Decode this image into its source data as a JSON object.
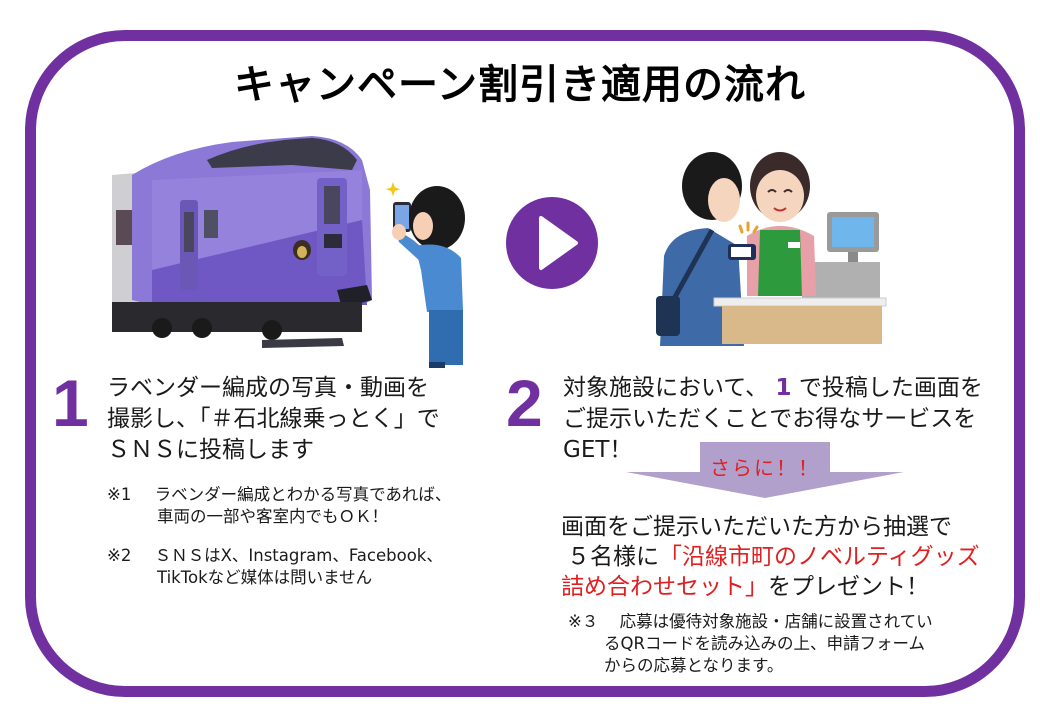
{
  "title": "キャンペーン割引き適用の流れ",
  "colors": {
    "frame": "#7030A0",
    "step_number": "#7030A0",
    "arrow": "#B1A0CC",
    "highlight_red": "#E02020",
    "text": "#1a1a1a"
  },
  "step1": {
    "number": "1",
    "lines": [
      "ラベンダー編成の写真・動画を",
      "撮影し、「＃石北線乗っとく」で",
      "ＳＮＳに投稿します"
    ],
    "notes": [
      {
        "mark": "※1",
        "line1": "ラベンダー編成とわかる写真であれば、",
        "line2": "車両の一部や客室内でもＯＫ！"
      },
      {
        "mark": "※2",
        "line1": "ＳＮＳはX、Instagram、Facebook、",
        "line2": "TikTokなど媒体は問いません"
      }
    ],
    "illustration": "lavender-train-and-photographer"
  },
  "arrow_right_icon": "play-circle-icon",
  "step2": {
    "number": "2",
    "line1_pre": "対象施設において、",
    "line1_ref": "1",
    "line1_post": "で投稿した画面を",
    "line2": "ご提示いただくことでお得なサービスを",
    "line3": "GET！",
    "illustration": "customer-showing-phone-at-counter"
  },
  "furthermore": {
    "label": "さらに！！",
    "icon": "down-arrow-icon"
  },
  "bonus": {
    "line1": "画面をご提示いただいた方から抽選で",
    "line2_pre": "５名様に",
    "line2_red": "「沿線市町のノベルティグッズ",
    "line3_red": "詰め合わせセット」",
    "line3_post": "をプレゼント！"
  },
  "note3": {
    "mark": "※３",
    "line1": "応募は優待対象施設・店舗に設置されてい",
    "line2": "るQRコードを読み込みの上、申請フォーム",
    "line3": "からの応募となります。"
  }
}
